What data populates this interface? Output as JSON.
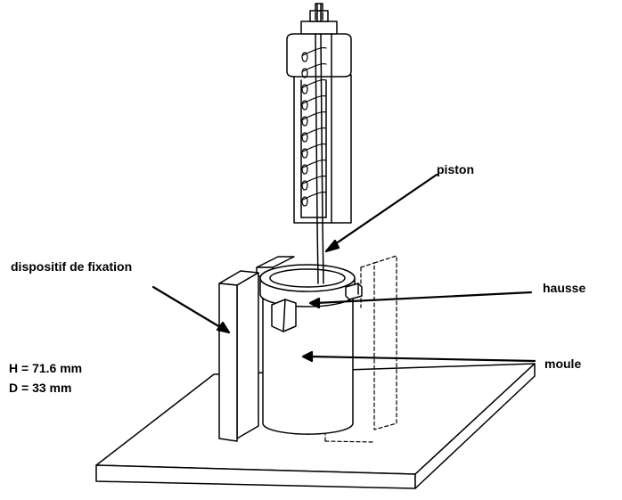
{
  "labels": {
    "piston": "piston",
    "fixation": "dispositif de fixation",
    "hausse": "hausse",
    "moule": "moule"
  },
  "dimensions": {
    "height": "H = 71.6 mm",
    "diameter": "D = 33 mm"
  }
}
